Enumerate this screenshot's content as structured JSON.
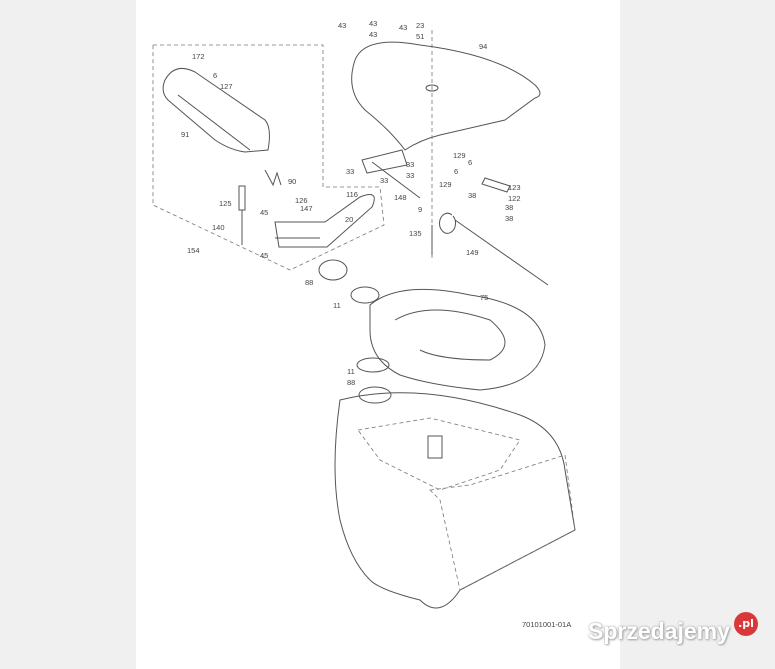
{
  "diagram": {
    "part_labels": [
      "43",
      "43",
      "43",
      "43",
      "23",
      "51",
      "94",
      "172",
      "6",
      "127",
      "91",
      "90",
      "125",
      "126",
      "116",
      "147",
      "45",
      "20",
      "140",
      "154",
      "45",
      "33",
      "33",
      "33",
      "33",
      "148",
      "129",
      "6",
      "6",
      "129",
      "123",
      "122",
      "38",
      "38",
      "38",
      "9",
      "135",
      "149",
      "88",
      "11",
      "75",
      "11",
      "88"
    ],
    "drawing_number": "70101001-01A"
  },
  "watermark": {
    "brand": "Sprzedajemy",
    "domain_badge": ".pl",
    "accent": "#d9383a"
  }
}
